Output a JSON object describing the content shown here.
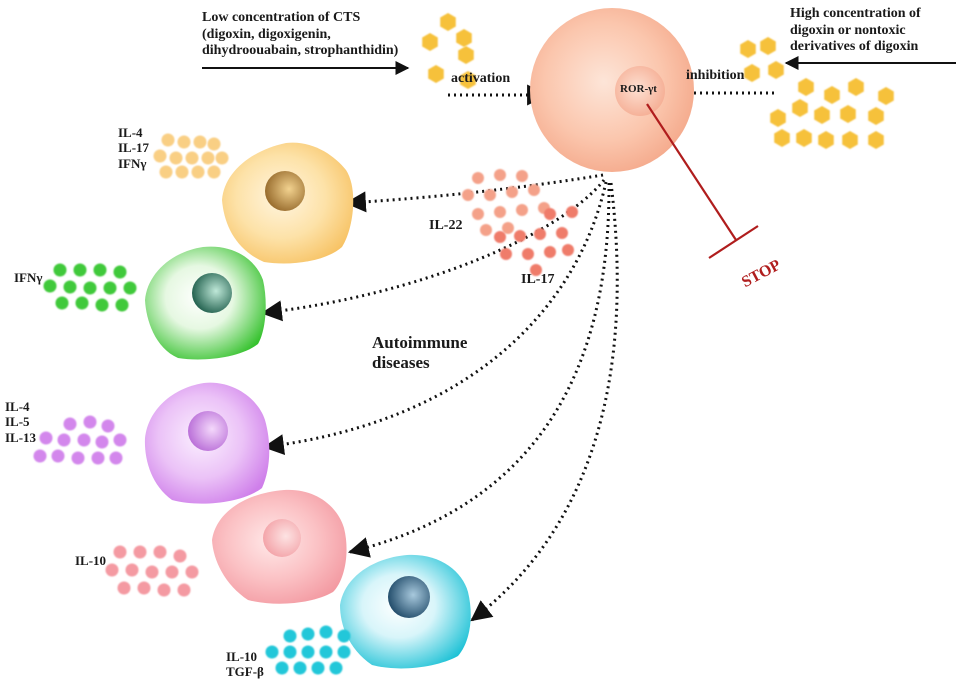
{
  "labels": {
    "low_conc": [
      "Low concentration of CTS",
      "(digoxin, digoxigenin,",
      "dihydroouabain, strophanthidin)"
    ],
    "high_conc": [
      "High concentration of",
      "digoxin or nontoxic",
      "derivatives of digoxin"
    ],
    "activation": "activation",
    "inhibition": "inhibition",
    "ror": "ROR-γt",
    "stop": "STOP",
    "il22": "IL-22",
    "il17": "IL-17",
    "autoimmune": [
      "Autoimmune",
      "diseases"
    ]
  },
  "cells": [
    {
      "id": "th0",
      "cytokines": [],
      "color": "#f7b9a0"
    },
    {
      "id": "th1",
      "cytokines": [
        "IL-4",
        "IL-17",
        "IFNγ"
      ],
      "color": "#f9cf84"
    },
    {
      "id": "th2",
      "cytokines": [
        "IFNγ"
      ],
      "color": "#3fc93a"
    },
    {
      "id": "th3",
      "cytokines": [
        "IL-4",
        "IL-5",
        "IL-13"
      ],
      "color": "#d387ec"
    },
    {
      "id": "th4",
      "cytokines": [
        "IL-10"
      ],
      "color": "#f49aa2"
    },
    {
      "id": "th5",
      "cytokines": [
        "IL-10",
        "TGF-β"
      ],
      "color": "#23c7d9"
    }
  ],
  "colors": {
    "cts_dots": "#f6c13b",
    "il22_dots": "#f4a189",
    "il17_dots": "#ef7b6b",
    "stop": "#b01d1d",
    "arrow": "#111111"
  }
}
